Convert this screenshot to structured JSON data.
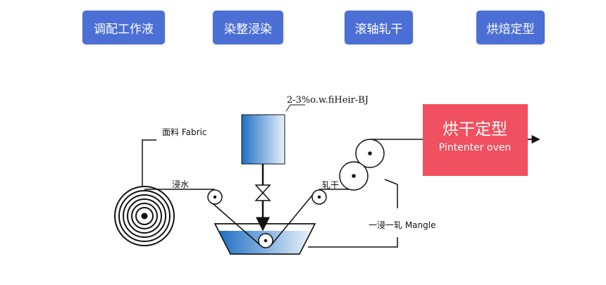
{
  "steps": [
    "调配工作液",
    "染整浸染",
    "滚轴轧干",
    "烘焙定型"
  ],
  "labels": {
    "fabric": "面料 Fabric",
    "soak": "浸水",
    "squeeze": "轧干",
    "chemical": "2-3%o.w.fiHeir-BJ",
    "mangle": "一浸一轧 Mangle",
    "oven_cn": "烘干定型",
    "oven_en": "Pintenter oven"
  },
  "colors": {
    "step": "#4b6fd5",
    "oven": "#f0505f",
    "liquid": "#2f7fd0"
  }
}
